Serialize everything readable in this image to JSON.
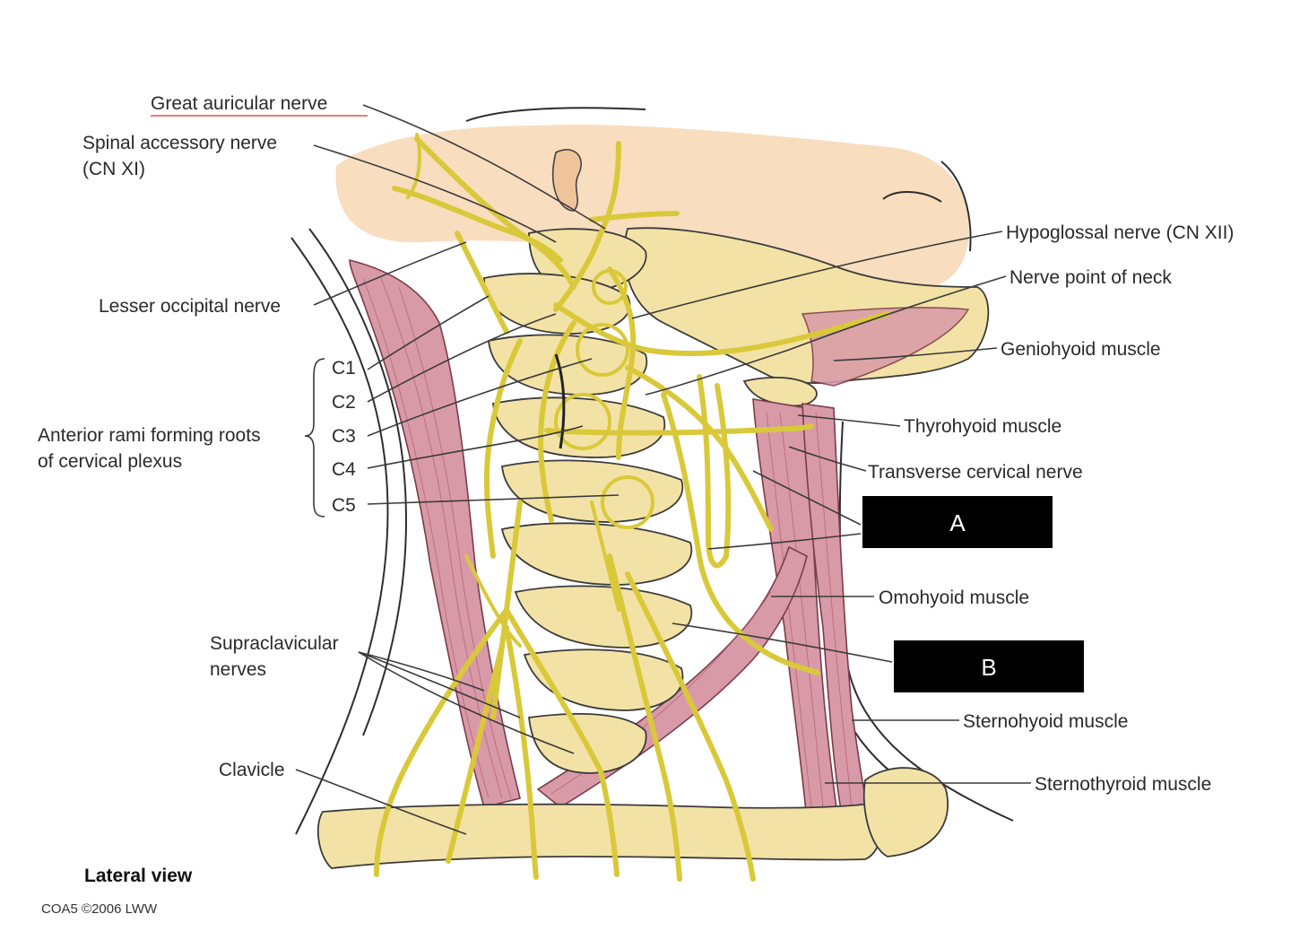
{
  "labels": {
    "great_auricular": "Great auricular nerve",
    "spinal_accessory_1": "Spinal accessory nerve",
    "spinal_accessory_2": "(CN XI)",
    "lesser_occipital": "Lesser occipital nerve",
    "c1": "C1",
    "c2": "C2",
    "c3": "C3",
    "c4": "C4",
    "c5": "C5",
    "anterior_rami_1": "Anterior rami forming roots",
    "anterior_rami_2": "of cervical plexus",
    "supraclavicular_1": "Supraclavicular",
    "supraclavicular_2": "nerves",
    "clavicle": "Clavicle",
    "hypoglossal": "Hypoglossal nerve (CN XII)",
    "nerve_point": "Nerve point of neck",
    "geniohyoid": "Geniohyoid muscle",
    "thyrohyoid": "Thyrohyoid muscle",
    "transverse_cervical": "Transverse cervical nerve",
    "omohyoid": "Omohyoid muscle",
    "sternohyoid": "Sternohyoid muscle",
    "sternothyroid": "Sternothyroid muscle",
    "view": "Lateral view",
    "credit": "COA5 ©2006 LWW"
  },
  "boxes": {
    "a": "A",
    "b": "B"
  },
  "colors": {
    "nerve": "#d9c93a",
    "bone": "#f3e2a6",
    "muscle": "#d99aa8",
    "skin": "#f7d9b8",
    "underline": "#e0504a"
  }
}
